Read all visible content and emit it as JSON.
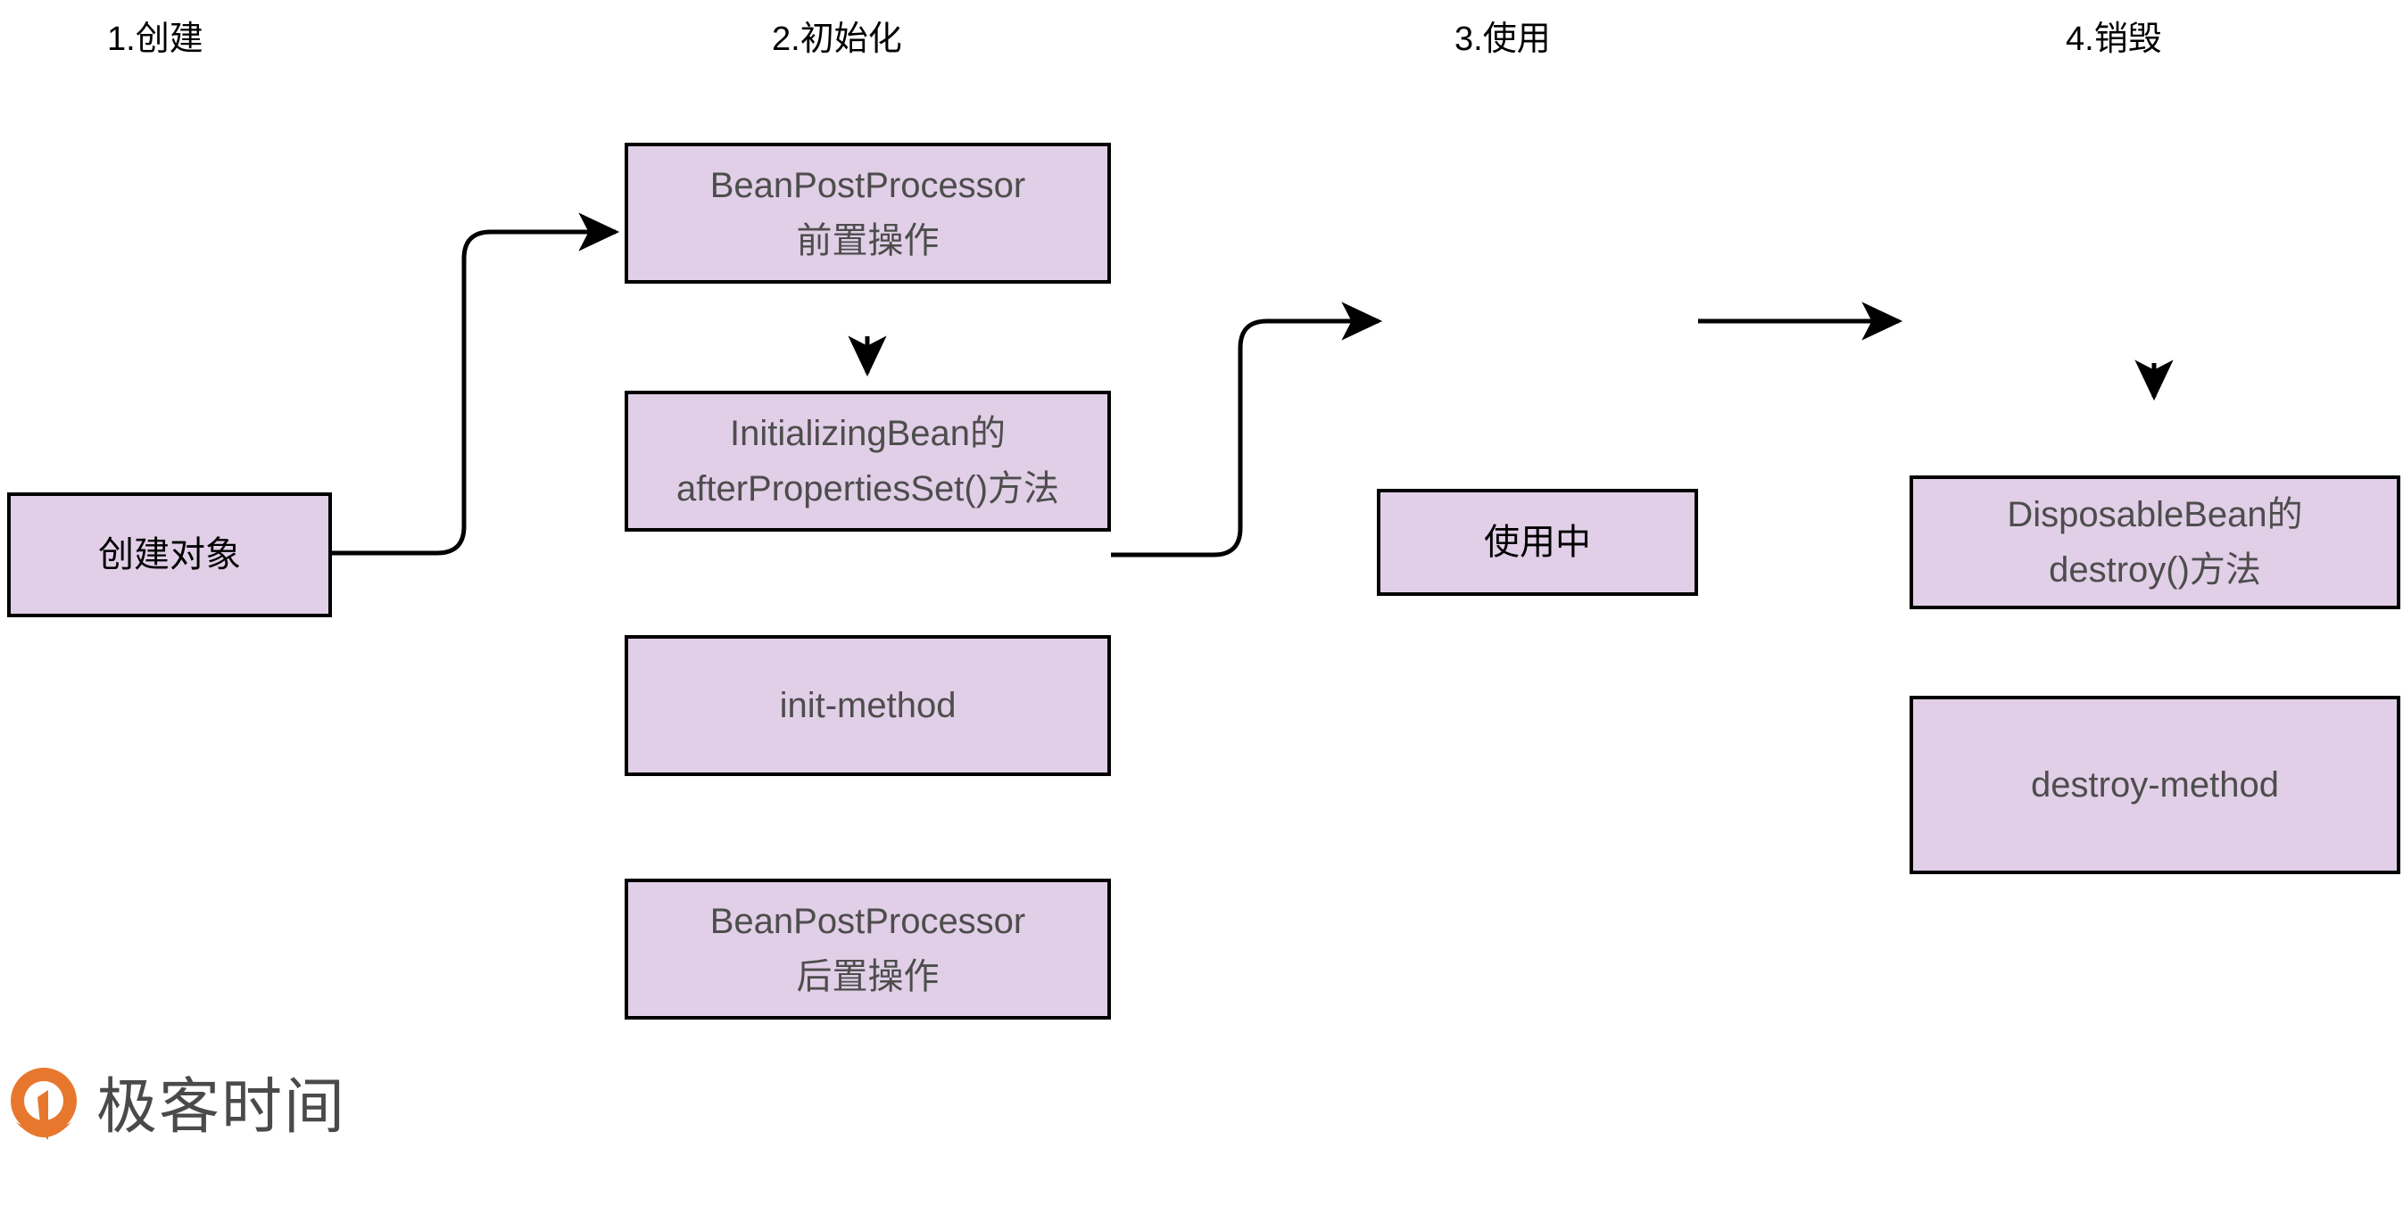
{
  "diagram": {
    "title_phases": [
      {
        "id": "phase-1",
        "label": "1.创建"
      },
      {
        "id": "phase-2",
        "label": "2.初始化"
      },
      {
        "id": "phase-3",
        "label": "3.使用"
      },
      {
        "id": "phase-4",
        "label": "4.销毁"
      }
    ],
    "colors": {
      "node_fill": "#e1cfe7",
      "node_border": "#000000",
      "node_text_gray": "#4d4d4d",
      "node_text_black": "#000000",
      "edge": "#000000",
      "logo_orange": "#e8772e",
      "logo_text": "#4a4a4a"
    },
    "nodes": [
      {
        "id": "create-object",
        "lines": [
          "创建对象"
        ]
      },
      {
        "id": "bpp-before",
        "lines": [
          "BeanPostProcessor",
          "前置操作"
        ]
      },
      {
        "id": "initializing-bean",
        "lines": [
          "InitializingBean的",
          "afterPropertiesSet()方法"
        ]
      },
      {
        "id": "init-method",
        "lines": [
          "init-method"
        ]
      },
      {
        "id": "bpp-after",
        "lines": [
          "BeanPostProcessor",
          "后置操作"
        ]
      },
      {
        "id": "in-use",
        "lines": [
          "使用中"
        ]
      },
      {
        "id": "disposable-bean",
        "lines": [
          "DisposableBean的",
          "destroy()方法"
        ]
      },
      {
        "id": "destroy-method",
        "lines": [
          "destroy-method"
        ]
      }
    ],
    "edges": [
      {
        "from": "create-object",
        "to": "bpp-before"
      },
      {
        "from": "bpp-before",
        "to": "initializing-bean"
      },
      {
        "from": "initializing-bean",
        "to": "init-method"
      },
      {
        "from": "init-method",
        "to": "bpp-after"
      },
      {
        "from": "bpp-after",
        "to": "in-use"
      },
      {
        "from": "in-use",
        "to": "disposable-bean"
      },
      {
        "from": "disposable-bean",
        "to": "destroy-method"
      }
    ]
  },
  "logo": {
    "text": "极客时间"
  }
}
